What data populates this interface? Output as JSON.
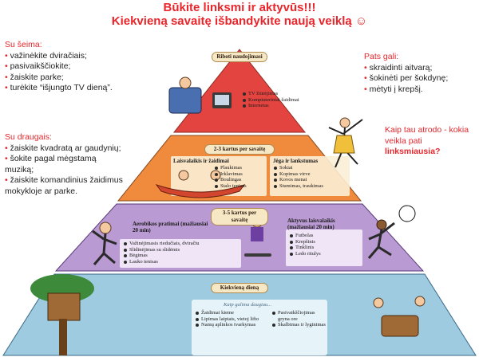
{
  "header": {
    "line1": "Būkite linksmi ir aktyvūs!!!",
    "line2": "Kiekvieną savaitę išbandykite naują veiklą ☺"
  },
  "family": {
    "heading": "Su šeima:",
    "items": [
      "važinėkite dviračiais;",
      "pasivaikščiokite;",
      "žaiskite parke;",
      "turėkite “išjungto TV dieną”."
    ]
  },
  "friends": {
    "heading": "Su draugais:",
    "items": [
      "žaiskite kvadratą ar gaudynių;",
      "šokite pagal mėgstamą muziką;",
      "žaiskite komandinius žaidimus mokykloje ar parke."
    ]
  },
  "alone": {
    "heading": "Pats gali:",
    "items": [
      "skraidinti aitvarą;",
      "šokinėti per šokdynę;",
      "mėtyti į krepšį."
    ]
  },
  "question": {
    "text": "Kaip tau atrodo - kokia veikla pati",
    "emphasis": "linksmiausia?"
  },
  "pyramid": {
    "colors": {
      "top": "#e4443f",
      "second": "#f08a3c",
      "third": "#b99ad2",
      "bottom": "#9ecbe0"
    },
    "tier1": {
      "label": "Riboti naudojimasi",
      "items": [
        "TV žiūrėjimas",
        "Kompiuteriniai žaidimai",
        "Internetas"
      ]
    },
    "tier2": {
      "label": "2-3 kartus per savaitę",
      "left": {
        "title": "Laisvalaikis ir žaidimai",
        "items": [
          "Plaukimas",
          "Irklavimas",
          "Boulingas",
          "Stalo tenisas"
        ]
      },
      "right": {
        "title": "Jėga ir lankstumas",
        "items": [
          "Sokiai",
          "Kopimas virve",
          "Kovos menai",
          "Stumimas, traukimas"
        ]
      }
    },
    "tier3": {
      "label": "3-5 kartus per savaitę",
      "left": {
        "title": "Aerobikos pratimai (mažiausiai 20 min)",
        "items": [
          "Važinėjimasis riedučiais, dviračiu",
          "Slidinėjimas su slidėmis",
          "Bėgimas",
          "Lauko tenisas"
        ]
      },
      "right": {
        "title": "Aktyvus laisvalaikis (mažiausiai 20 min)",
        "items": [
          "Futbolas",
          "Krepšinis",
          "Tinklinis",
          "Ledo ritulys"
        ]
      }
    },
    "tier4": {
      "label": "Kiekvieną dieną",
      "subtitle": "Kaip galima daugiau...",
      "left": [
        "Žaidimai kieme",
        "Lipimas laiptais, vietoj lifto",
        "Namų aplinkos tvarkymas"
      ],
      "right": [
        "Pasivaikščiojimas gryna ore",
        "Skalbimas ir lyginimas"
      ]
    }
  }
}
